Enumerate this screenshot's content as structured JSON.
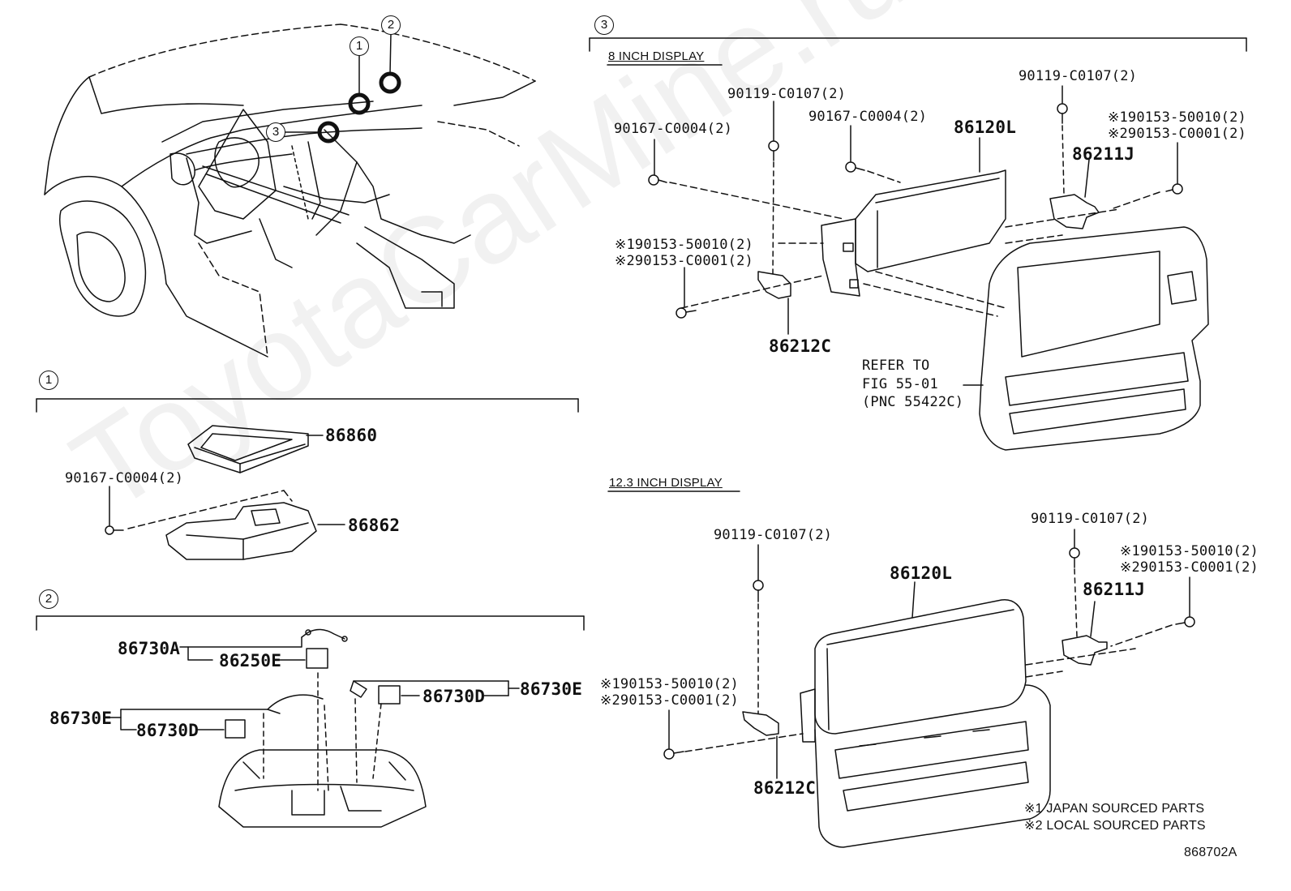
{
  "watermark": "ToyotaCarMine.ru",
  "callouts": {
    "c1": "1",
    "c2": "2",
    "c3": "3"
  },
  "section1": {
    "marker": "1",
    "labels": {
      "p86860": "86860",
      "bolt": "90167-C0004(2)",
      "p86862": "86862"
    }
  },
  "section2": {
    "marker": "2",
    "labels": {
      "p86730A": "86730A",
      "p86250E": "86250E",
      "p86730E_right": "86730E",
      "p86730D_right": "86730D",
      "p86730E_left": "86730E",
      "p86730D_left": "86730D"
    }
  },
  "section3": {
    "marker": "3",
    "eight_inch": {
      "title": "8 INCH DISPLAY",
      "labels": {
        "screw_top": "90119-C0107(2)",
        "bolt_mid": "90167-C0004(2)",
        "bolt_left": "90167-C0004(2)",
        "display": "86120L",
        "screw_right": "90119-C0107(2)",
        "jp_right": "※190153-50010(2)",
        "local_right": "※290153-C0001(2)",
        "bracket_right": "86211J",
        "jp_left": "※190153-50010(2)",
        "local_left": "※290153-C0001(2)",
        "bracket_left": "86212C",
        "refer1": "REFER TO",
        "refer2": "FIG 55-01",
        "refer3": "(PNC 55422C)"
      }
    },
    "twelve_inch": {
      "title": "12.3 INCH DISPLAY",
      "labels": {
        "screw_right": "90119-C0107(2)",
        "screw_left": "90119-C0107(2)",
        "display": "86120L",
        "jp_right": "※190153-50010(2)",
        "local_right": "※290153-C0001(2)",
        "bracket_right": "86211J",
        "jp_left": "※190153-50010(2)",
        "local_left": "※290153-C0001(2)",
        "bracket_left": "86212C"
      }
    }
  },
  "notes": {
    "n1": "※1 JAPAN SOURCED PARTS",
    "n2": "※2 LOCAL SOURCED PARTS"
  },
  "figure_id": "868702A"
}
